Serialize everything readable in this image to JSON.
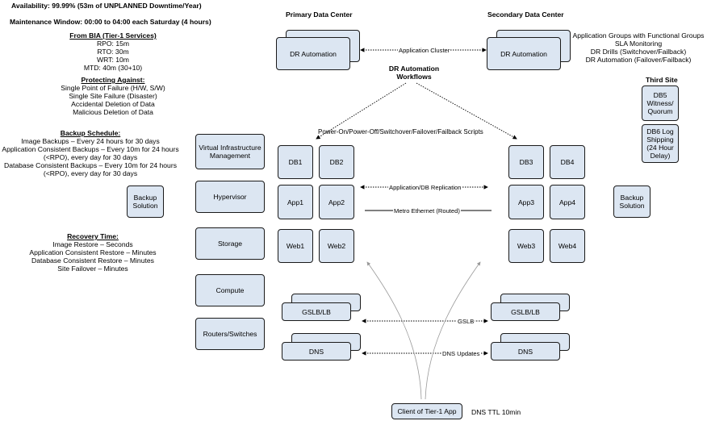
{
  "left": {
    "availability": "Availability: 99.99% (53m of UNPLANNED Downtime/Year)",
    "maintenance": "Maintenance Window: 00:00 to 04:00 each Saturday (4 hours)",
    "bia_title": "From BIA (Tier-1 Services)",
    "bia_items": [
      "RPO: 15m",
      "RTO: 30m",
      "WRT: 10m",
      "MTD: 40m (30+10)"
    ],
    "protect_title": "Protecting Against:",
    "protect_items": [
      "Single Point of Failure (H/W, S/W)",
      "Single Site Failure (Disaster)",
      "Accidental Deletion of Data",
      "Malicious Deletion of Data"
    ],
    "backup_title": "Backup Schedule:",
    "backup_items": [
      "Image Backups – Every 24 hours for 30 days",
      "Application Consistent Backups – Every 10m for 24 hours",
      "(<RPO), every day for 30 days",
      "Database Consistent Backups – Every 10m for 24 hours",
      "(<RPO), every day for 30 days"
    ],
    "recovery_title": "Recovery Time:",
    "recovery_items": [
      "Image Restore – Seconds",
      "Application Consistent Restore – Minutes",
      "Database Consistent Restore – Minutes",
      "Site Failover – Minutes"
    ]
  },
  "headers": {
    "primary": "Primary Data Center",
    "secondary": "Secondary Data Center",
    "third": "Third Site"
  },
  "right_notes": [
    "Application Groups with Functional Groups",
    "SLA Monitoring",
    "DR Drills (Switchover/Failback)",
    "DR Automation (Failover/Failback)"
  ],
  "workflows": {
    "title_line1": "DR Automation",
    "title_line2": "Workflows",
    "scripts": "Power-On/Power-Off/Switchover/Failover/Failback Scripts"
  },
  "nodes": {
    "dr_primary": "DR Automation",
    "dr_secondary": "DR Automation",
    "db5": [
      "DB5",
      "Witness/",
      "Quorum"
    ],
    "db6": [
      "DB6 Log",
      "Shipping",
      "(24 Hour",
      "Delay)"
    ],
    "layers": [
      "Virtual Infrastructure Management",
      "Hypervisor",
      "Storage",
      "Compute",
      "Routers/Switches"
    ],
    "backup_left": [
      "Backup",
      "Solution"
    ],
    "backup_right": [
      "Backup",
      "Solution"
    ],
    "db1": "DB1",
    "db2": "DB2",
    "db3": "DB3",
    "db4": "DB4",
    "app1": "App1",
    "app2": "App2",
    "app3": "App3",
    "app4": "App4",
    "web1": "Web1",
    "web2": "Web2",
    "web3": "Web3",
    "web4": "Web4",
    "gslb_primary": "GSLB/LB",
    "gslb_secondary": "GSLB/LB",
    "dns_primary": "DNS",
    "dns_secondary": "DNS",
    "client": "Client of Tier-1 App",
    "dns_ttl": "DNS TTL 10min"
  },
  "links": {
    "app_cluster": "Application Cluster",
    "replication": "Application/DB Replication",
    "metro": "Metro Ethernet (Routed)",
    "gslb": "GSLB",
    "dns_updates": "DNS Updates"
  }
}
